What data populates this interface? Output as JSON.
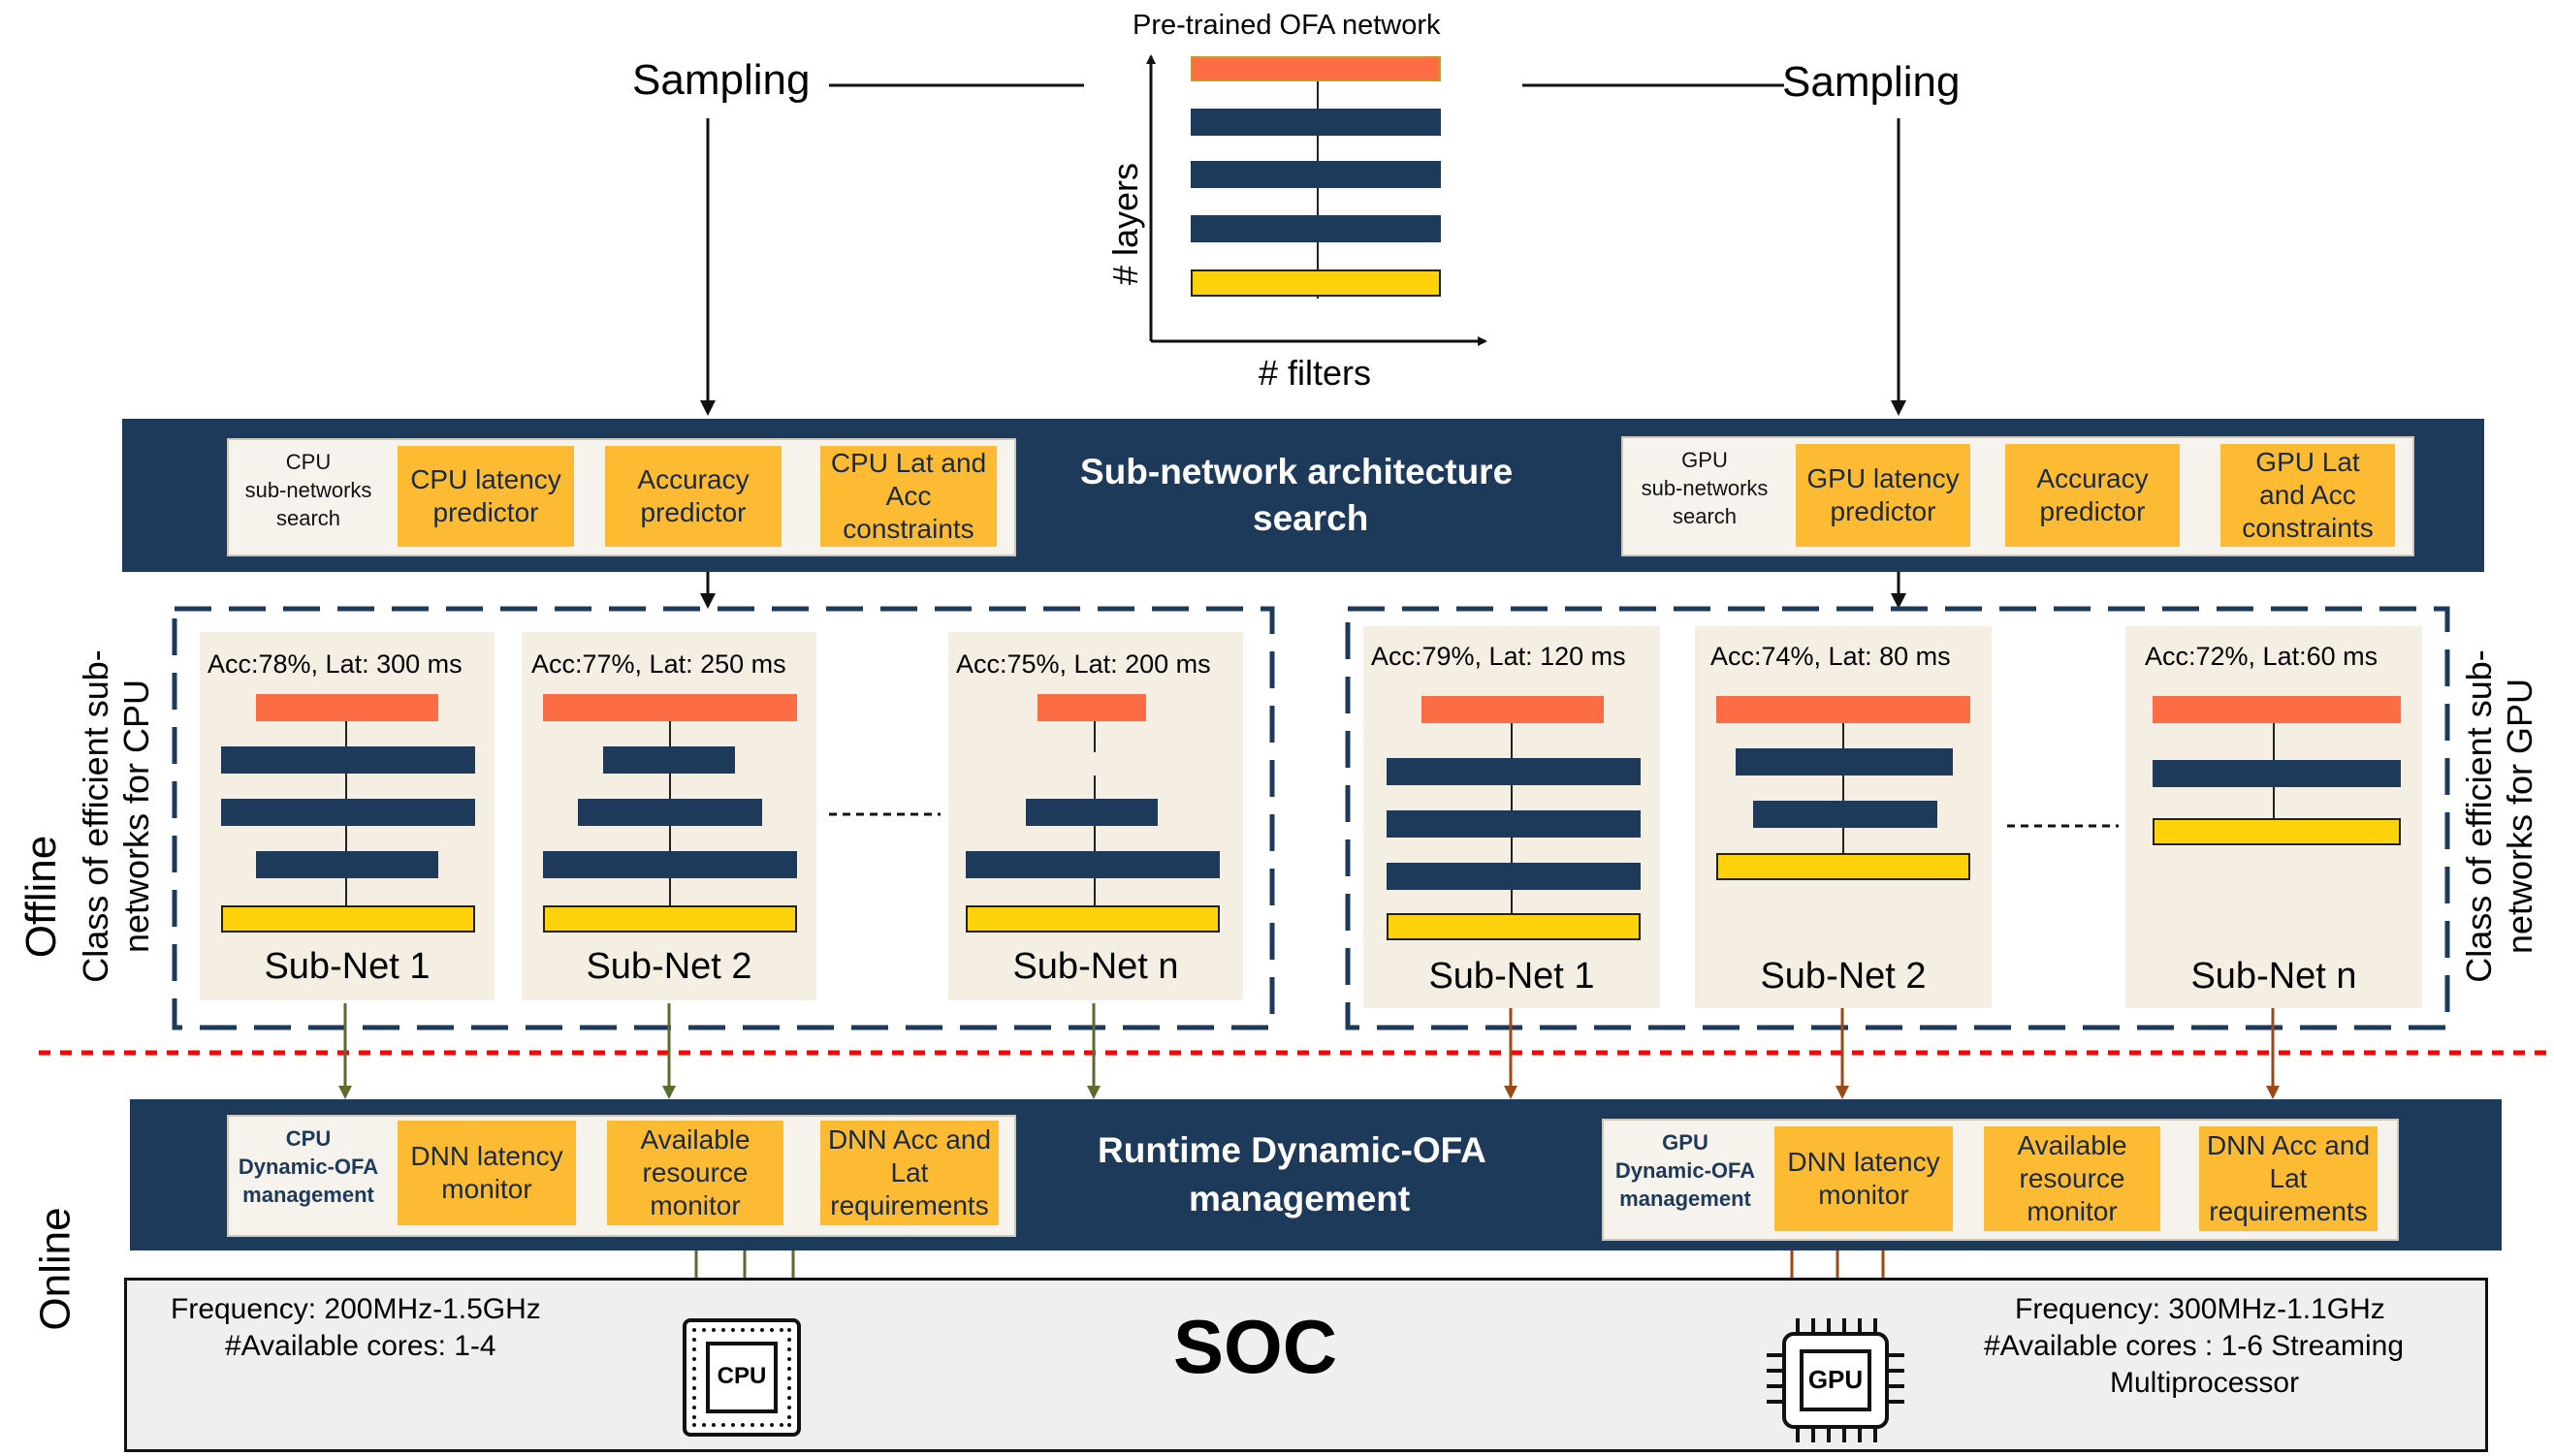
{
  "top": {
    "network_title": "Pre-trained OFA network",
    "sampling_left": "Sampling",
    "sampling_right": "Sampling",
    "y_axis_label": "# layers",
    "x_axis_label": "# filters"
  },
  "search_band": {
    "title_line1": "Sub-network architecture",
    "title_line2": "search",
    "cpu": {
      "label_line1": "CPU",
      "label_line2": "sub-networks",
      "label_line3": "search",
      "box1_line1": "CPU latency",
      "box1_line2": "predictor",
      "box2_line1": "Accuracy",
      "box2_line2": "predictor",
      "box3_line1": "CPU Lat and",
      "box3_line2": "Acc",
      "box3_line3": "constraints"
    },
    "gpu": {
      "label_line1": "GPU",
      "label_line2": "sub-networks",
      "label_line3": "search",
      "box1_line1": "GPU latency",
      "box1_line2": "predictor",
      "box2_line1": "Accuracy",
      "box2_line2": "predictor",
      "box3_line1": "GPU Lat",
      "box3_line2": "and Acc",
      "box3_line3": "constraints"
    }
  },
  "cpu_class": {
    "side_label_line1": "Class of efficient sub-",
    "side_label_line2": "networks for CPU",
    "subnets": [
      {
        "acc": "Acc:78%, Lat: 300 ms",
        "name": "Sub-Net 1"
      },
      {
        "acc": "Acc:77%, Lat: 250 ms",
        "name": "Sub-Net 2"
      },
      {
        "acc": "Acc:75%, Lat: 200 ms",
        "name": "Sub-Net n"
      }
    ]
  },
  "gpu_class": {
    "side_label_line1": "Class of efficient sub-",
    "side_label_line2": "networks for GPU",
    "subnets": [
      {
        "acc": "Acc:79%, Lat: 120 ms",
        "name": "Sub-Net 1"
      },
      {
        "acc": "Acc:74%, Lat: 80 ms",
        "name": "Sub-Net 2"
      },
      {
        "acc": "Acc:72%,  Lat:60 ms",
        "name": "Sub-Net n"
      }
    ]
  },
  "phases": {
    "offline": "Offline",
    "online": "Online"
  },
  "runtime_band": {
    "title_line1": "Runtime Dynamic-OFA",
    "title_line2": "management",
    "cpu": {
      "label_line1": "CPU",
      "label_line2": "Dynamic-OFA",
      "label_line3": "management",
      "box1_line1": "DNN latency",
      "box1_line2": "monitor",
      "box2_line1": "Available",
      "box2_line2": "resource",
      "box2_line3": "monitor",
      "box3_line1": "DNN Acc  and",
      "box3_line2": "Lat",
      "box3_line3": "requirements"
    },
    "gpu": {
      "label_line1": "GPU",
      "label_line2": "Dynamic-OFA",
      "label_line3": "management",
      "box1_line1": "DNN latency",
      "box1_line2": "monitor",
      "box2_line1": "Available",
      "box2_line2": "resource",
      "box2_line3": "monitor",
      "box3_line1": "DNN Acc  and",
      "box3_line2": "Lat",
      "box3_line3": "requirements"
    }
  },
  "soc": {
    "title": "SOC",
    "cpu_freq": "Frequency: 200MHz-1.5GHz",
    "cpu_cores": "#Available cores: 1-4",
    "gpu_freq": "Frequency: 300MHz-1.1GHz",
    "gpu_cores": "#Available cores : 1-6 Streaming",
    "gpu_cores2": "Multiprocessor",
    "cpu_chip_label": "CPU",
    "gpu_chip_label": "GPU"
  },
  "colors": {
    "navy": "#1e3a5a",
    "orange": "#fdbb34",
    "red_layer": "#fc6c45",
    "yellow_layer": "#fdd20a",
    "beige": "#f4efe2",
    "cpu_arrow": "#5a6b2e",
    "gpu_arrow": "#9b4a17",
    "divider": "#ff0000"
  }
}
